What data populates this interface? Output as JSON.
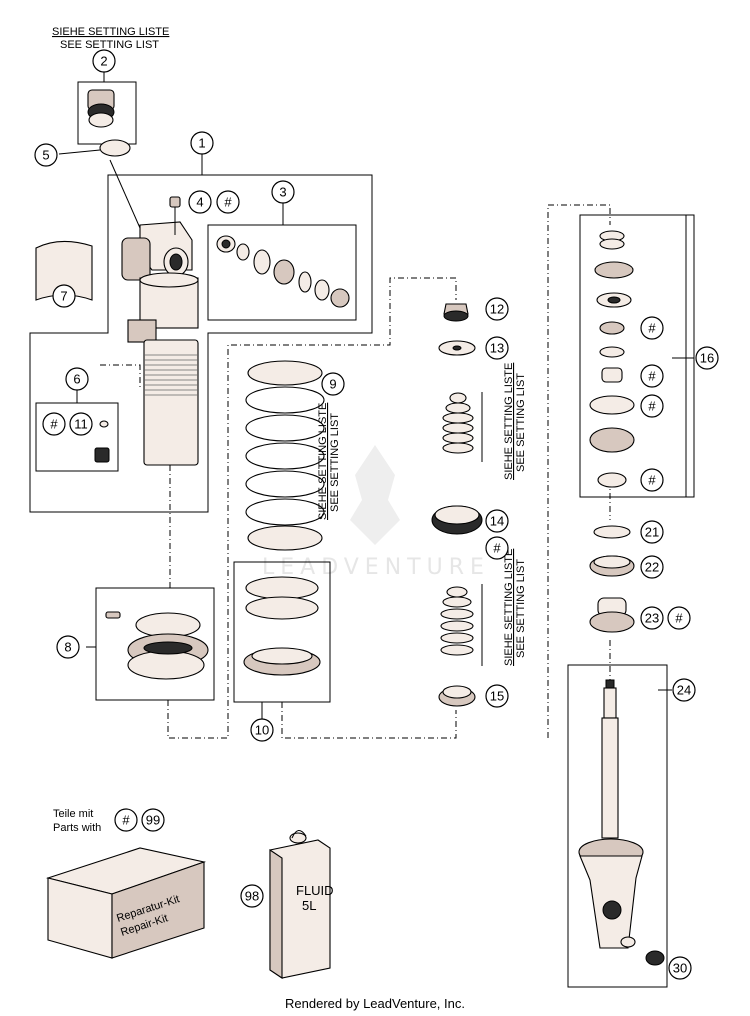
{
  "setting_list": {
    "de": "SIEHE SETTING LISTE",
    "en": "SEE SETTING LIST"
  },
  "callouts": {
    "c1": "1",
    "c2": "2",
    "c3": "3",
    "c4": "4",
    "c5": "5",
    "c6": "6",
    "c7": "7",
    "c8": "8",
    "c9": "9",
    "c10": "10",
    "c11": "11",
    "c12": "12",
    "c13": "13",
    "c14": "14",
    "c15": "15",
    "c16": "16",
    "c21": "21",
    "c22": "22",
    "c23": "23",
    "c24": "24",
    "c30": "30",
    "c98": "98",
    "c99": "99"
  },
  "hash_symbol": "#",
  "repair_kit_note": {
    "line_de": "Teile mit",
    "line_en": "Parts with"
  },
  "repair_kit_box": {
    "label_de": "Reparatur-Kit",
    "label_en": "Repair-Kit"
  },
  "fluid_can": {
    "label": "FLUID",
    "volume": "5L"
  },
  "watermark": "LEADVENTURE",
  "footer": "Rendered by LeadVenture, Inc."
}
